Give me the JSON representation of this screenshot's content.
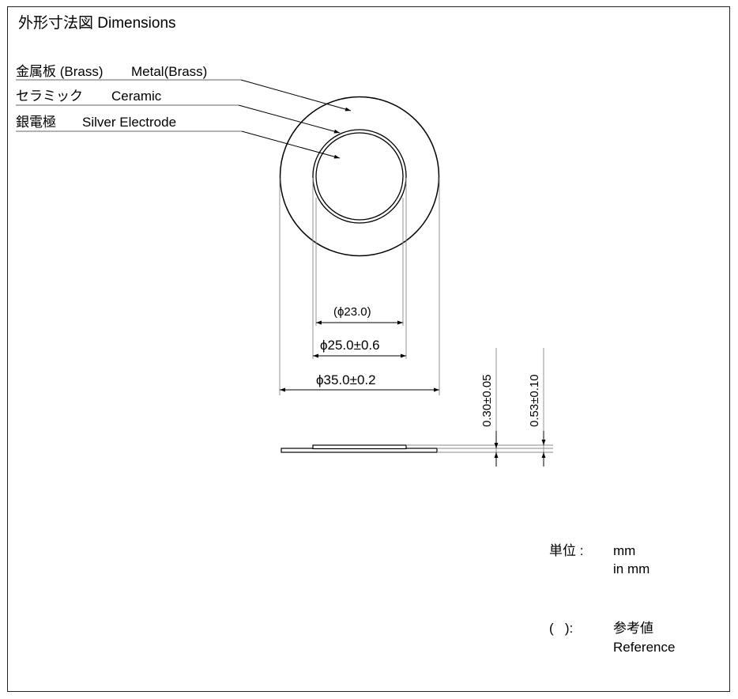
{
  "title": "外形寸法図  Dimensions",
  "legend": [
    {
      "jp": "金属板 (Brass)",
      "en": "Metal(Brass)"
    },
    {
      "jp": "セラミック",
      "en": "Ceramic"
    },
    {
      "jp": "銀電極",
      "en": "Silver Electrode"
    }
  ],
  "dimensions": {
    "inner_ref": "(ϕ23.0)",
    "ceramic": "ϕ25.0±0.6",
    "brass": "ϕ35.0±0.2",
    "thickness_a": "0.30±0.05",
    "thickness_b": "0.53±0.10"
  },
  "units": {
    "label": "単位 :",
    "jp": "mm",
    "en": "in mm"
  },
  "reference": {
    "label": "(   ):",
    "jp": "参考値",
    "en": "Reference"
  }
}
